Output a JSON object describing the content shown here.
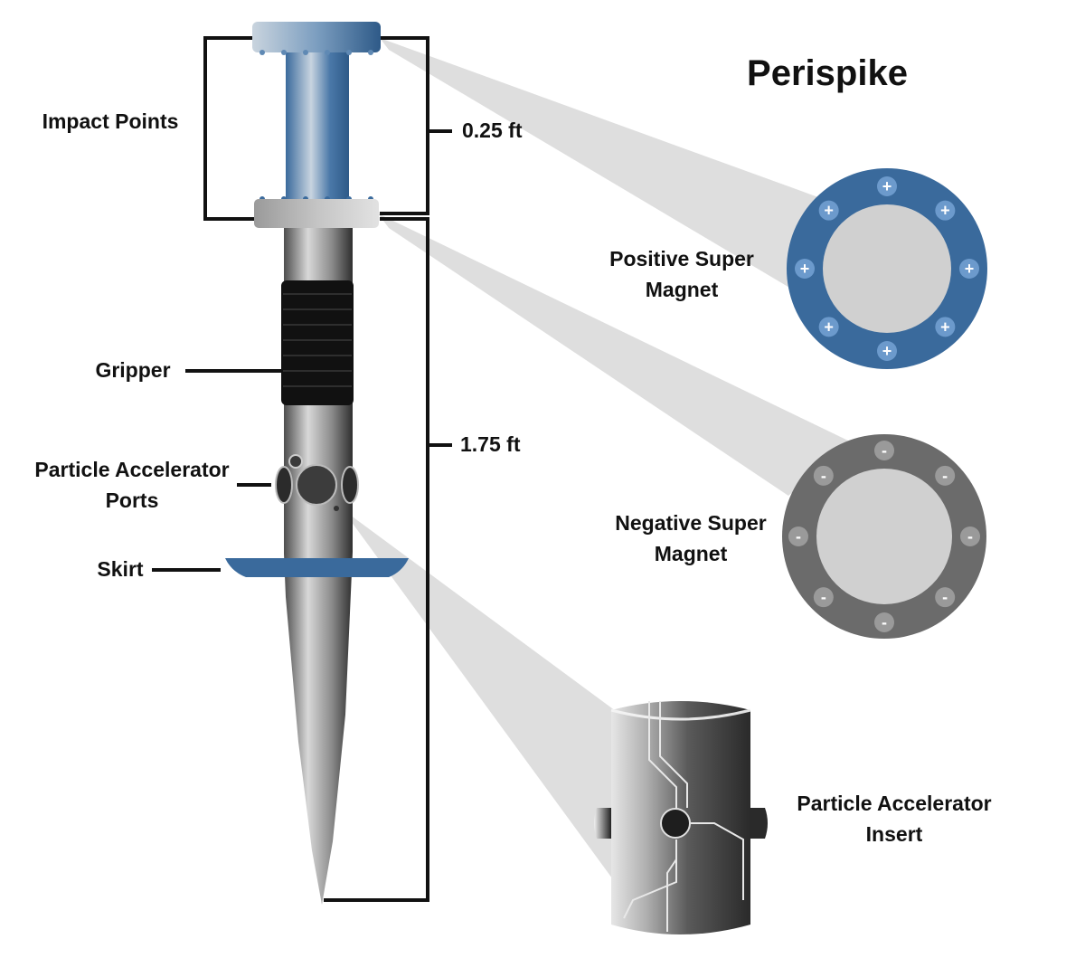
{
  "title": "Perispike",
  "labels": {
    "impact_points": "Impact Points",
    "gripper": "Gripper",
    "pa_ports_line1": "Particle Accelerator",
    "pa_ports_line2": "Ports",
    "skirt": "Skirt"
  },
  "dimensions": {
    "upper": "0.25 ft",
    "lower": "1.75 ft"
  },
  "details": {
    "positive_magnet": {
      "line1": "Positive Super",
      "line2": "Magnet",
      "symbol": "+",
      "ring_color": "#3a6a9c",
      "bolt_color": "#6c9acc"
    },
    "negative_magnet": {
      "line1": "Negative Super",
      "line2": "Magnet",
      "symbol": "-",
      "ring_color": "#6b6b6b",
      "bolt_color": "#9a9a9a"
    },
    "insert": {
      "line1": "Particle Accelerator",
      "line2": "Insert"
    }
  },
  "colors": {
    "blue": "#3a6a9c",
    "beam": "#dcdcdc",
    "magnet_core": "#d0d0d0",
    "gripper": "#111111"
  }
}
